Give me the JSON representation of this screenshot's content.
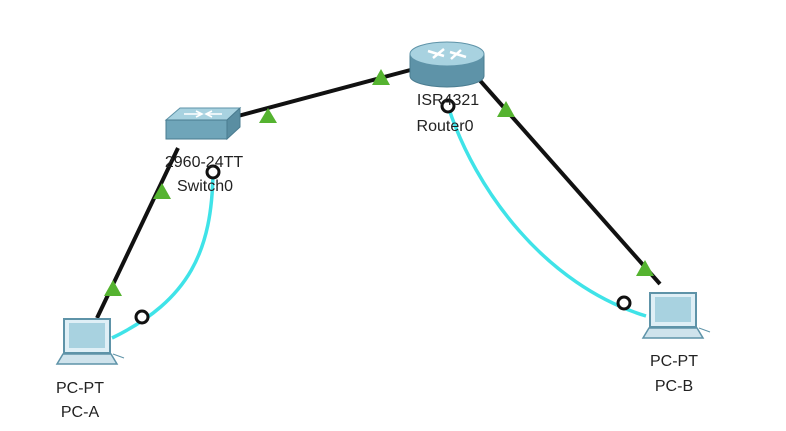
{
  "devices": {
    "router": {
      "model": "ISR4321",
      "name": "Router0"
    },
    "switch": {
      "model": "2960-24TT",
      "name": "Switch0"
    },
    "pc_a": {
      "model": "PC-PT",
      "name": "PC-A"
    },
    "pc_b": {
      "model": "PC-PT",
      "name": "PC-B"
    }
  },
  "links": [
    {
      "from": "Switch0",
      "to": "Router0",
      "type": "copper-straight"
    },
    {
      "from": "Router0",
      "to": "PC-B",
      "type": "copper-straight"
    },
    {
      "from": "Switch0",
      "to": "PC-A",
      "type": "copper-straight"
    },
    {
      "from": "Router0",
      "to": "PC-B",
      "type": "console"
    },
    {
      "from": "Switch0",
      "to": "PC-A",
      "type": "console"
    }
  ],
  "colors": {
    "copper_link": "#111111",
    "console_link": "#3fe3e8",
    "link_up": "#55b330",
    "device_body": "#7fb4c6"
  }
}
